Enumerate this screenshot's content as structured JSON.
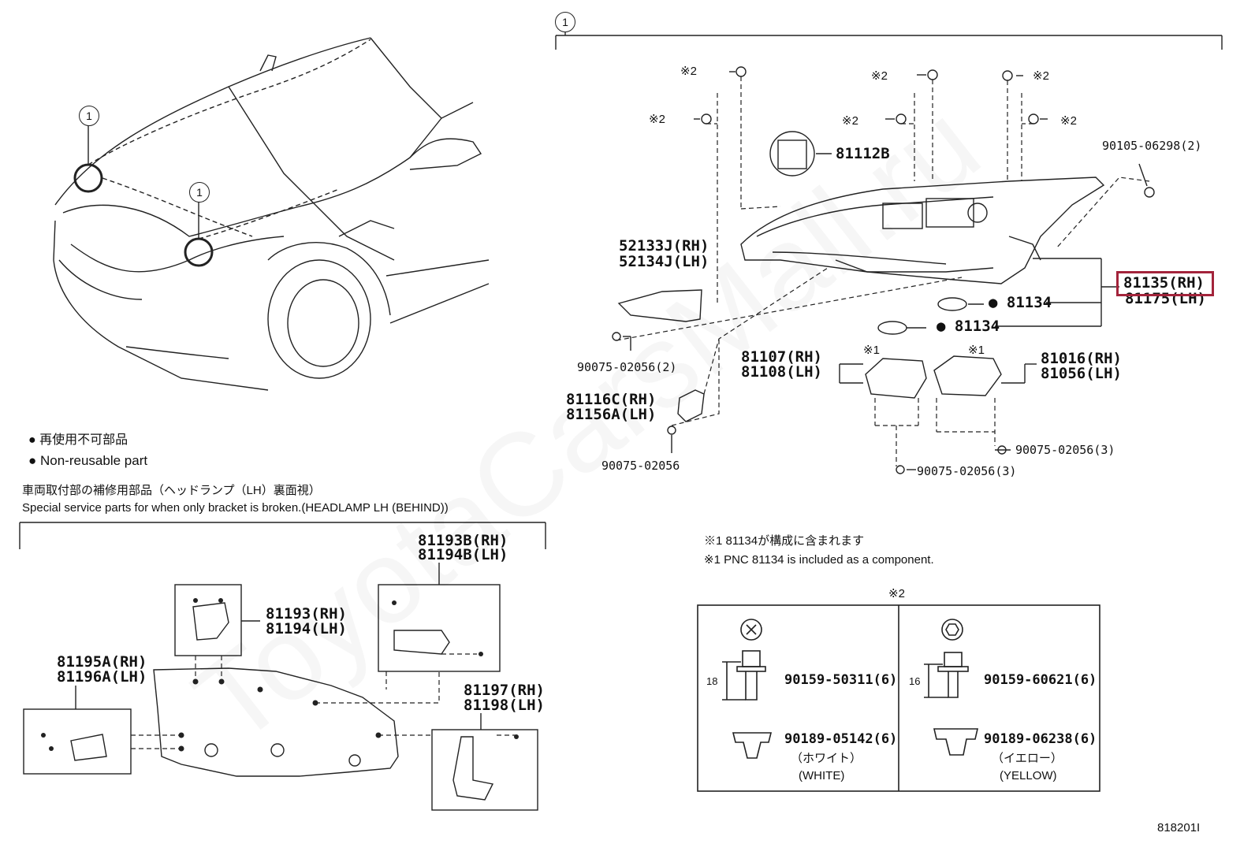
{
  "callout_ref": "1",
  "legend": {
    "jp": "再使用不可部品",
    "en": "Non-reusable part"
  },
  "special_service": {
    "jp": "車両取付部の補修用部品（ヘッドランプ（LH）裏面視）",
    "en": "Special service parts for when only bracket is broken.(HEADLAMP LH (BEHIND))"
  },
  "asterisk1": "※1",
  "asterisk2": "※2",
  "note1": {
    "jp": "※1 81134が構成に含まれます",
    "en": "※1 PNC 81134 is included as a component."
  },
  "parts": {
    "p81112B": "81112B",
    "p90105": "90105-06298(2)",
    "p52133J": "52133J(RH)",
    "p52134J": "52134J(LH)",
    "p81135": "81135(RH)",
    "p81175": "81175(LH)",
    "p81134a": "81134",
    "p81134b": "81134",
    "p90075a": "90075-02056(2)",
    "p81107": "81107(RH)",
    "p81108": "81108(LH)",
    "p81016": "81016(RH)",
    "p81056": "81056(LH)",
    "p81116C": "81116C(RH)",
    "p81156A": "81156A(LH)",
    "p90075b": "90075-02056",
    "p90075c": "90075-02056(3)",
    "p90075d": "90075-02056(3)",
    "p81193B": "81193B(RH)",
    "p81194B": "81194B(LH)",
    "p81193": "81193(RH)",
    "p81194": "81194(LH)",
    "p81195A": "81195A(RH)",
    "p81196A": "81196A(LH)",
    "p81197": "81197(RH)",
    "p81198": "81198(LH)"
  },
  "fastener_table": {
    "left": {
      "dim": "18",
      "bolt": "90159-50311(6)",
      "clip": "90189-05142(6)",
      "color_jp": "（ホワイト）",
      "color_en": "(WHITE)"
    },
    "right": {
      "dim": "16",
      "bolt": "90159-60621(6)",
      "clip": "90189-06238(6)",
      "color_jp": "（イエロー）",
      "color_en": "(YELLOW)"
    }
  },
  "figure_code": "818201I",
  "colors": {
    "highlight": "#a3243b",
    "line": "#222222"
  }
}
